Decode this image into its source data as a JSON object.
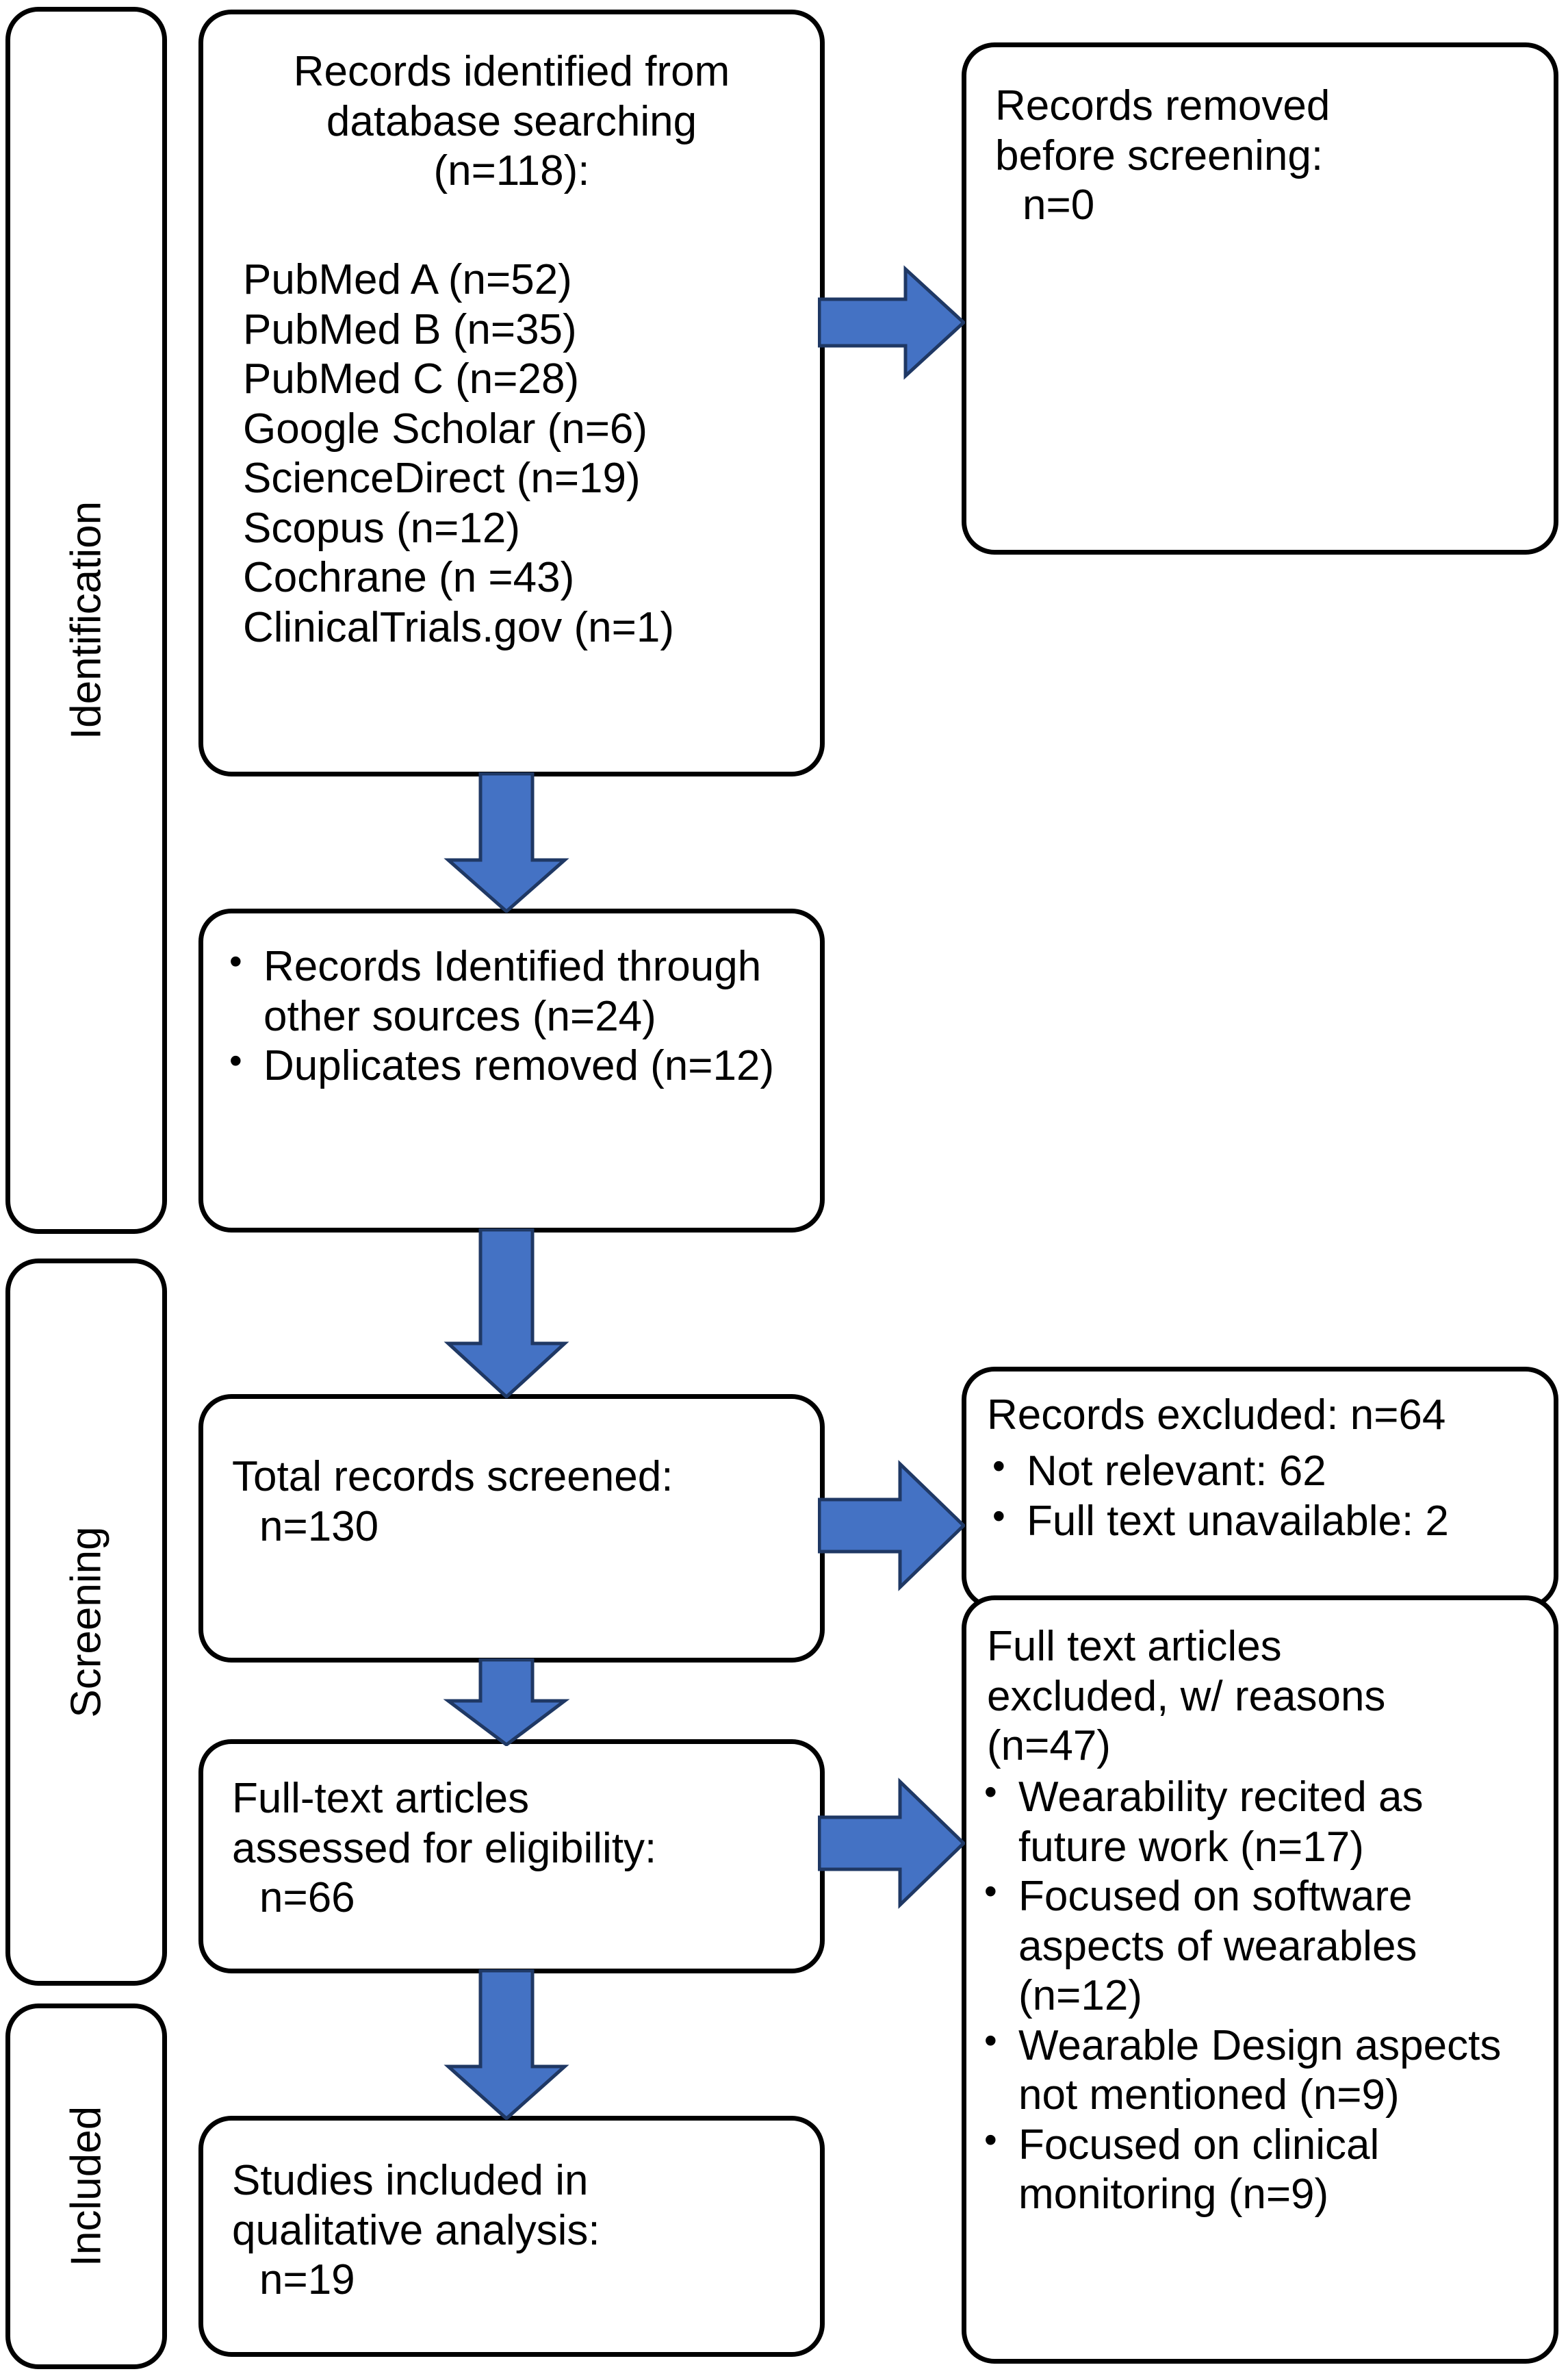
{
  "diagram": {
    "title": "PRISMA flow diagram",
    "accent_color": "#4472C4",
    "accent_outline_color": "#1F3864",
    "box_border_color": "#000000",
    "background_color": "#FFFFFF"
  },
  "stages": {
    "identification": "Identification",
    "screening": "Screening",
    "included": "Included"
  },
  "boxes": {
    "records_identified": {
      "heading_line1": "Records identified from",
      "heading_line2": "database searching",
      "heading_line3": "(n=118):",
      "sources": [
        "PubMed A (n=52)",
        "PubMed B (n=35)",
        "PubMed C (n=28)",
        "Google Scholar (n=6)",
        "ScienceDirect (n=19)",
        "Scopus (n=12)",
        "Cochrane (n =43)",
        "ClinicalTrials.gov (n=1)"
      ]
    },
    "records_removed": {
      "line1": "Records removed",
      "line2": "before screening:",
      "line3": "n=0"
    },
    "other_sources": {
      "items": [
        "Records Identified through other sources (n=24)",
        "Duplicates removed (n=12)"
      ]
    },
    "total_screened": {
      "line1": "Total records screened:",
      "line2": "n=130"
    },
    "records_excluded": {
      "heading": "Records excluded:  n=64",
      "items": [
        "Not relevant: 62",
        "Full text unavailable: 2"
      ]
    },
    "full_text_assessed": {
      "line1": "Full-text articles",
      "line2": "assessed for eligibility:",
      "line3": "n=66"
    },
    "full_text_excluded": {
      "heading_line1": "Full text articles",
      "heading_line2": "excluded, w/ reasons",
      "heading_line3": "(n=47)",
      "items": [
        "Wearability recited as future work (n=17)",
        "Focused on software aspects of wearables (n=12)",
        "Wearable Design aspects not mentioned (n=9)",
        "Focused on clinical monitoring (n=9)"
      ]
    },
    "studies_included": {
      "line1": "Studies included in",
      "line2": "qualitative analysis:",
      "line3": "n=19"
    }
  },
  "arrows": {
    "identified_to_removed": "arrow-right",
    "identified_to_other_sources": "arrow-down",
    "other_sources_to_screened": "arrow-down",
    "screened_to_excluded": "arrow-right",
    "screened_to_full_text": "arrow-down",
    "full_text_to_excluded_reasons": "arrow-right",
    "full_text_to_included": "arrow-down"
  }
}
